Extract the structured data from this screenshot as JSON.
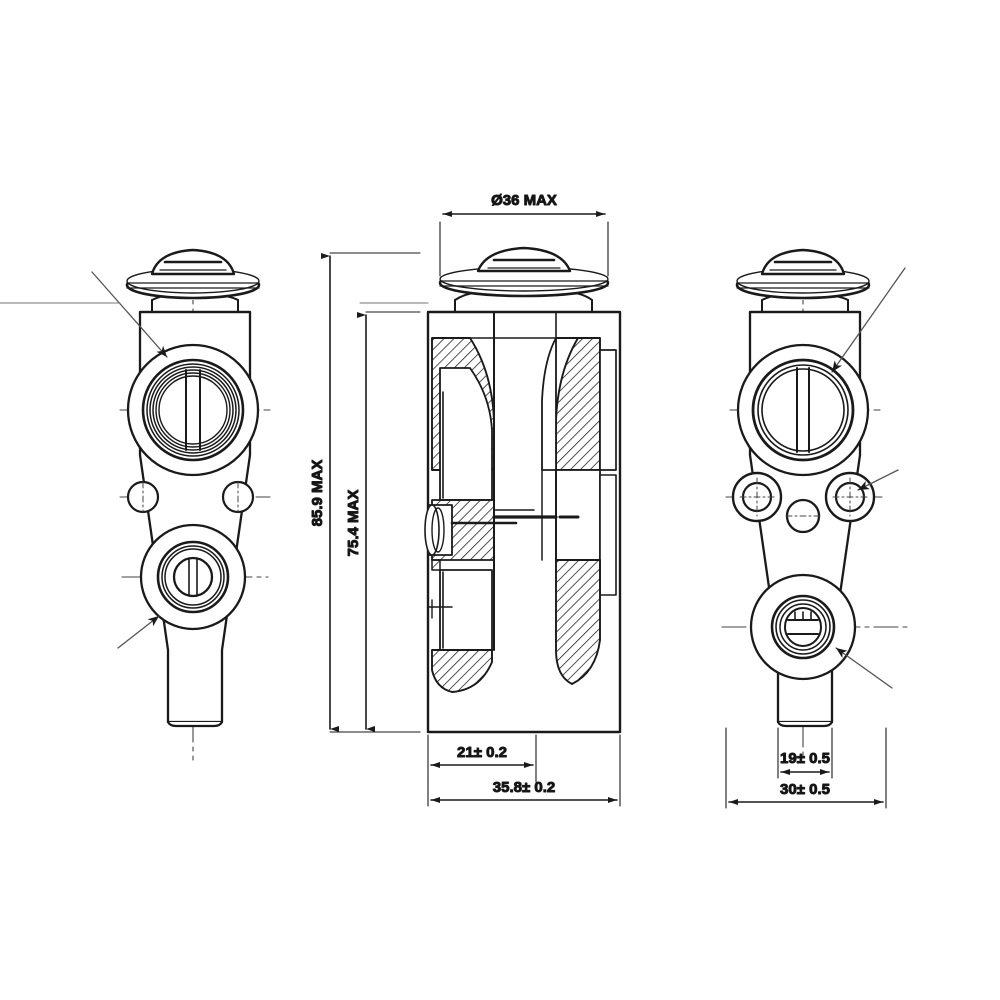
{
  "drawing": {
    "title": "Expansion Valve Orthographic Drawing",
    "background_color": "#ffffff",
    "line_color": "#1a1a1a",
    "hatch_color": "#1a1a1a",
    "centerline_color": "#3a3a3a"
  },
  "dimensions": {
    "diameter_top": "Ø36 MAX",
    "height_overall": "85.9 MAX",
    "height_body": "75.4 MAX",
    "width_inner_center": "21± 0.2",
    "width_outer_center": "35.8± 0.2",
    "width_inner_right": "19± 0.5",
    "width_outer_right": "30± 0.5"
  },
  "views": {
    "left": {
      "name": "front-view"
    },
    "center": {
      "name": "section-view"
    },
    "right": {
      "name": "rear-view"
    }
  }
}
